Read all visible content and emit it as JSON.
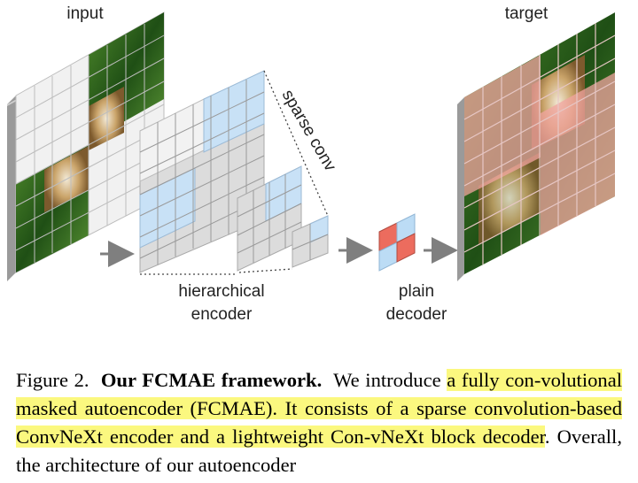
{
  "figure": {
    "labels": {
      "input": "input",
      "target": "target",
      "sparse_conv": "sparse conv",
      "encoder_line1": "hierarchical",
      "encoder_line2": "encoder",
      "decoder_line1": "plain",
      "decoder_line2": "decoder"
    }
  },
  "caption": {
    "figure_number": "Figure 2.",
    "title": "Our FCMAE framework.",
    "text_intro": "We introduce",
    "highlight_1": "a fully con-volutional masked autoencoder (FCMAE). It consists of a sparse convolution-based ConvNeXt encoder and a lightweight Con-vNeXt block decoder",
    "text_rest": ". Overall, the architecture of our autoencoder"
  },
  "colors": {
    "highlight": "#fbf87f",
    "mask_grey": "#e6e6e6",
    "encoder_blue": "#bcdcf5",
    "decoder_red": "#ec6c5e",
    "grass": "#2e6a1e"
  }
}
